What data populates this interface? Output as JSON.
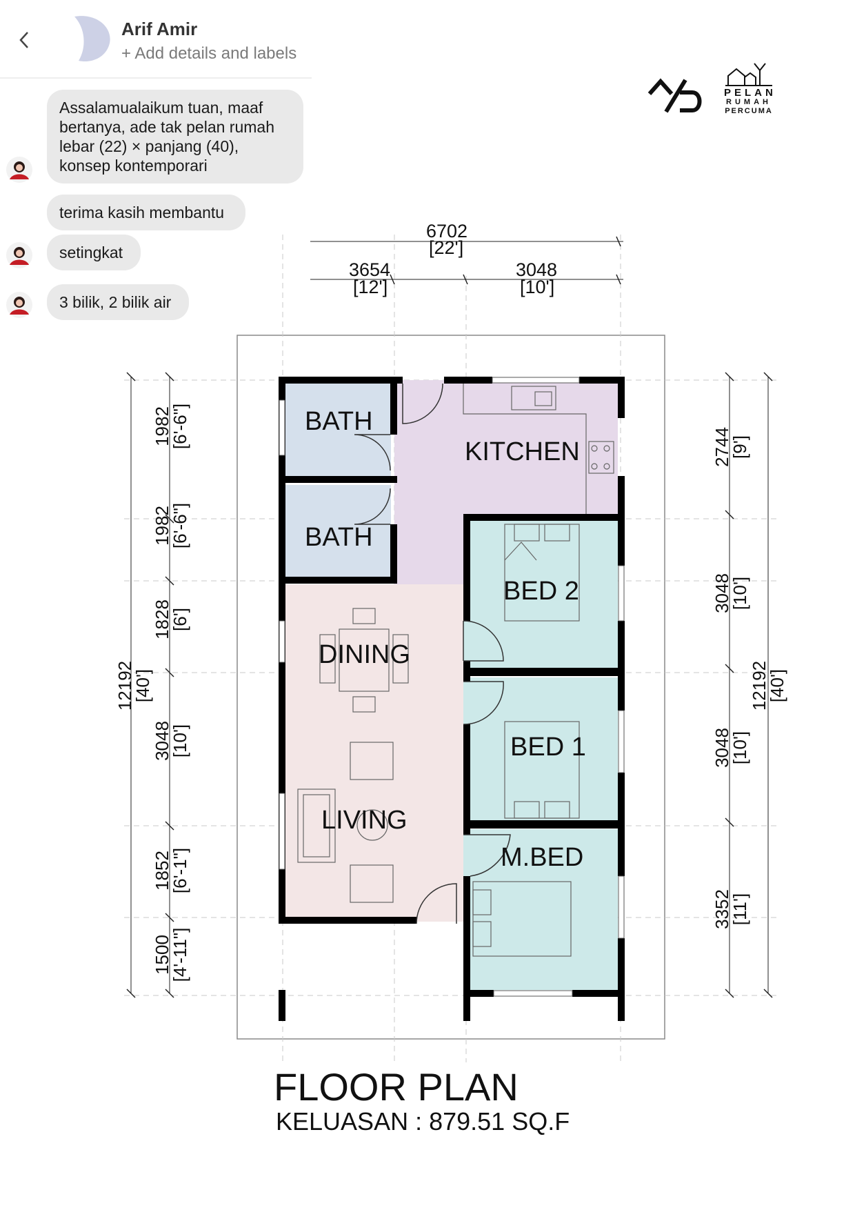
{
  "header": {
    "contact_name": "Arif Amir",
    "contact_subtitle": "+ Add details and labels"
  },
  "messages": [
    {
      "text": "Assalamualaikum tuan, maaf\nbertanya, ade tak pelan rumah\nlebar (22) × panjang (40),\nkonsep kontemporari"
    },
    {
      "text": "terima kasih membantu"
    },
    {
      "text": "setingkat"
    },
    {
      "text": "3 bilik, 2 bilik air"
    }
  ],
  "brand": {
    "line1": "PELAN",
    "line2": "RUMAH",
    "line3": "PERCUMA"
  },
  "plan": {
    "title": "FLOOR PLAN",
    "area": "KELUASAN : 879.51 SQ.F",
    "rooms": {
      "bath1": "BATH",
      "bath2": "BATH",
      "kitchen": "KITCHEN",
      "bed2": "BED 2",
      "bed1": "BED 1",
      "mbed": "M.BED",
      "dining": "DINING",
      "living": "LIVING"
    },
    "top_dims": {
      "total": "6702",
      "total_ft": "[22']",
      "left": "3654",
      "left_ft": "[12']",
      "right": "3048",
      "right_ft": "[10']"
    },
    "left_dims": [
      {
        "mm": "1982",
        "ft": "[6'-6\"]"
      },
      {
        "mm": "1982",
        "ft": "[6'-6\"]"
      },
      {
        "mm": "1828",
        "ft": "[6']"
      },
      {
        "mm": "3048",
        "ft": "[10']"
      },
      {
        "mm": "1852",
        "ft": "[6'-1\"]"
      },
      {
        "mm": "1500",
        "ft": "[4'-11\"]"
      }
    ],
    "left_total": {
      "mm": "12192",
      "ft": "[40']"
    },
    "right_dims": [
      {
        "mm": "2744",
        "ft": "[9']"
      },
      {
        "mm": "3048",
        "ft": "[10']"
      },
      {
        "mm": "3048",
        "ft": "[10']"
      },
      {
        "mm": "3352",
        "ft": "[11']"
      }
    ],
    "right_total": {
      "mm": "12192",
      "ft": "[40']"
    },
    "colors": {
      "bath": "#d5e0ec",
      "kitchen": "#e6d9ea",
      "bed": "#cde9e9",
      "living": "#f3e6e6",
      "wall": "#000000"
    }
  }
}
